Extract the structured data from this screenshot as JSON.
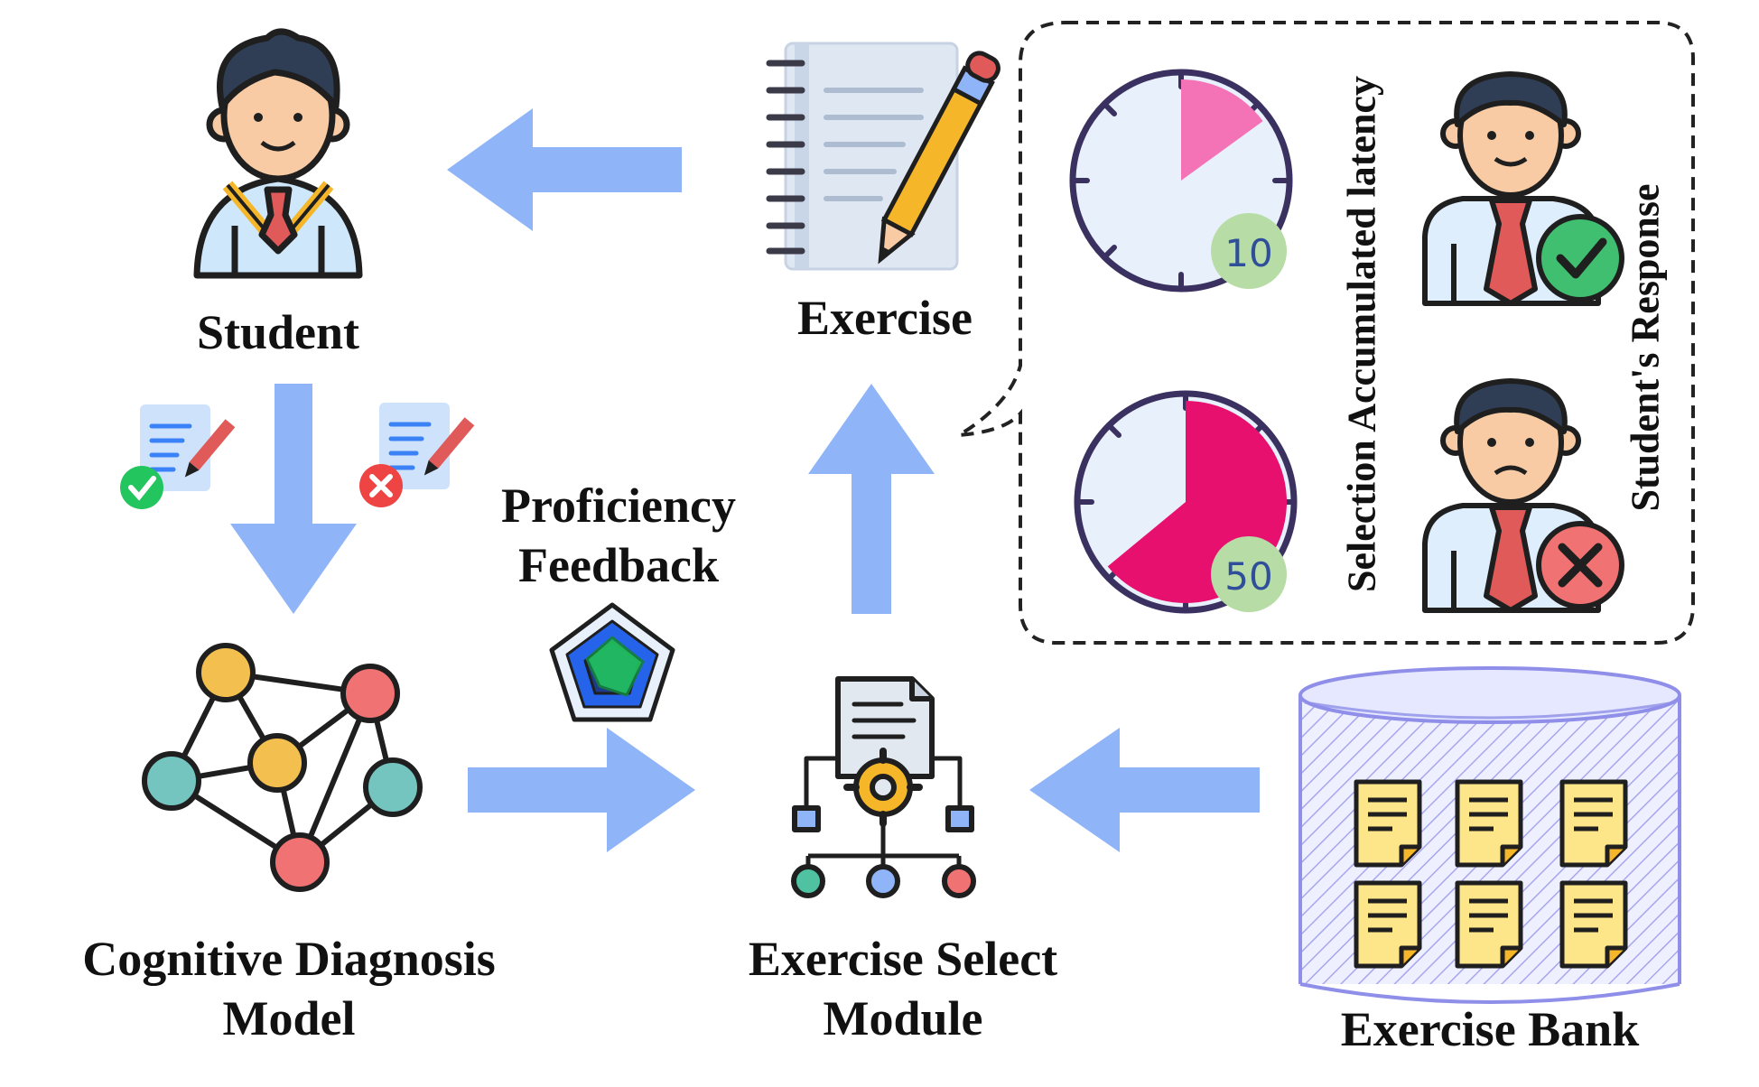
{
  "labels": {
    "student": "Student",
    "exercise": "Exercise",
    "cdm_line1": "Cognitive Diagnosis",
    "cdm_line2": "Model",
    "esm_line1": "Exercise Select",
    "esm_line2": "Module",
    "bank": "Exercise Bank",
    "feedback_line1": "Proficiency",
    "feedback_line2": "Feedback",
    "latency": "Selection Accumulated latency",
    "response": "Student's Response"
  },
  "timers": [
    {
      "badge": "10",
      "fraction": 0.15,
      "color": "#f472b6"
    },
    {
      "badge": "50",
      "fraction": 0.64,
      "color": "#e8106f"
    }
  ],
  "colors": {
    "arrow": "#8fb4f7",
    "timer_face": "#e8f1fb",
    "timer_rim": "#3a3160",
    "badge": "#b8dca6",
    "correct": "#22c55e",
    "wrong": "#ef4444",
    "node_yellow": "#f3c04f",
    "node_red": "#f07272",
    "node_teal": "#74c4bf",
    "note": "#fde68a",
    "bank_hatch": "#8f8ee8"
  },
  "icons": [
    "student-icon",
    "notebook-pencil-icon",
    "stopwatch-icon",
    "person-correct-icon",
    "person-wrong-icon",
    "network-graph-icon",
    "radar-chart-icon",
    "document-gear-icon",
    "exercise-bank-icon"
  ]
}
